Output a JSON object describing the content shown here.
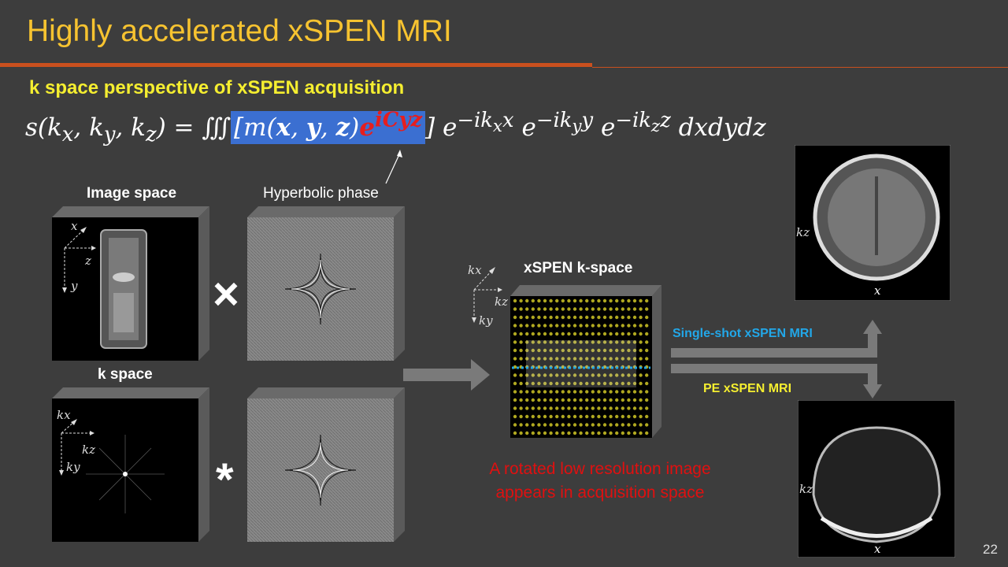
{
  "slide": {
    "title": "Highly accelerated xSPEN MRI",
    "subtitle": "k space perspective of xSPEN acquisition",
    "page_number": "22"
  },
  "formula": {
    "lhs": "s(kx, ky, kz) = ∭",
    "bracket_term": "[m(x, y, z)",
    "phase_term": "e^{iCyz}",
    "rhs": "] e^{−ikx x} e^{−iky y} e^{−ikz z} dxdydz"
  },
  "labels": {
    "image_space": "Image space",
    "hyperbolic_phase": "Hyperbolic phase",
    "k_space": "k space",
    "xspen_k_space": "xSPEN k-space",
    "single_shot": "Single-shot xSPEN MRI",
    "pe_xspen": "PE xSPEN MRI",
    "caption_line1": "A rotated low resolution image",
    "caption_line2": "appears in acquisition space",
    "times_op": "×",
    "conv_op": "*"
  },
  "axes": {
    "x": "x",
    "y": "y",
    "z": "z",
    "kx": "kx",
    "ky": "ky",
    "kz": "kz"
  },
  "colors": {
    "title": "#f7c330",
    "subtitle": "#f5ee30",
    "rule": "#c9501e",
    "formula_highlight": "#3b6fd1",
    "phase_red": "#e61e1e",
    "blue_line": "#22a7e8",
    "grid_dots": "#b0a820"
  }
}
